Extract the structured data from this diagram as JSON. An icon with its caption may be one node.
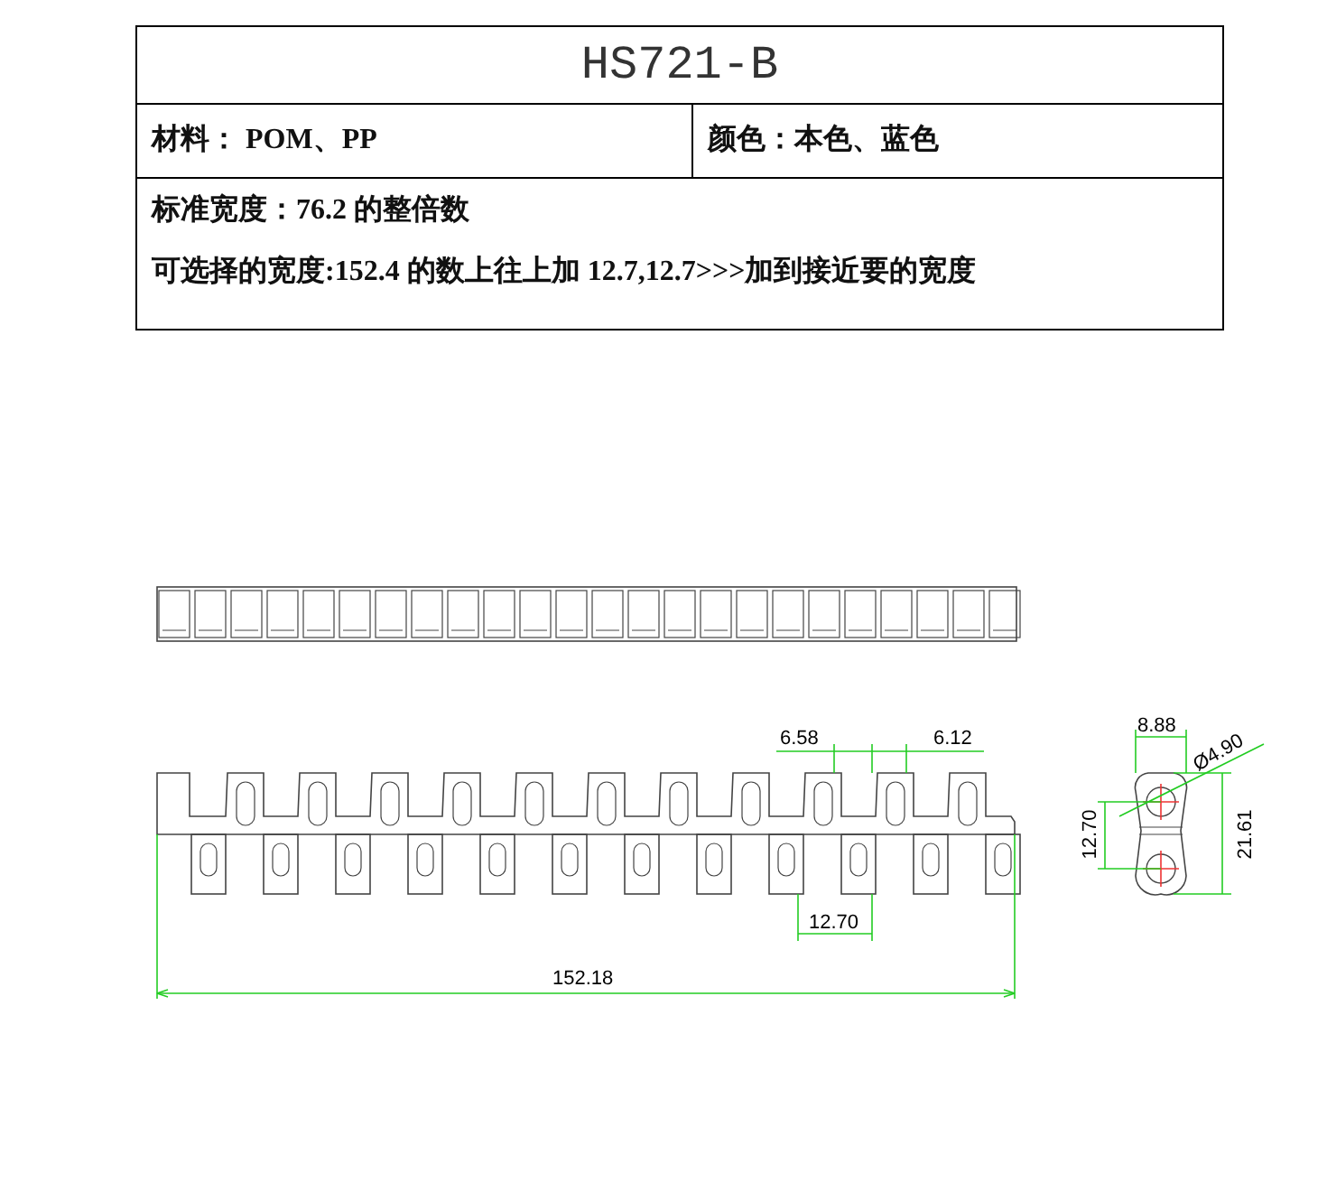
{
  "diagram": {
    "title": "HS721-B",
    "labels": [
      "材料： POM、PP",
      "颜色：本色、蓝色",
      "标准宽度：76.2 的整倍数",
      "可选择的宽度:152.4 的数上往上加 12.7,12.7>>>加到接近要的宽度",
      "6.58",
      "6.12",
      "12.70",
      "152.18",
      "8.88",
      "Ø4.90",
      "12.70",
      "21.61"
    ]
  }
}
